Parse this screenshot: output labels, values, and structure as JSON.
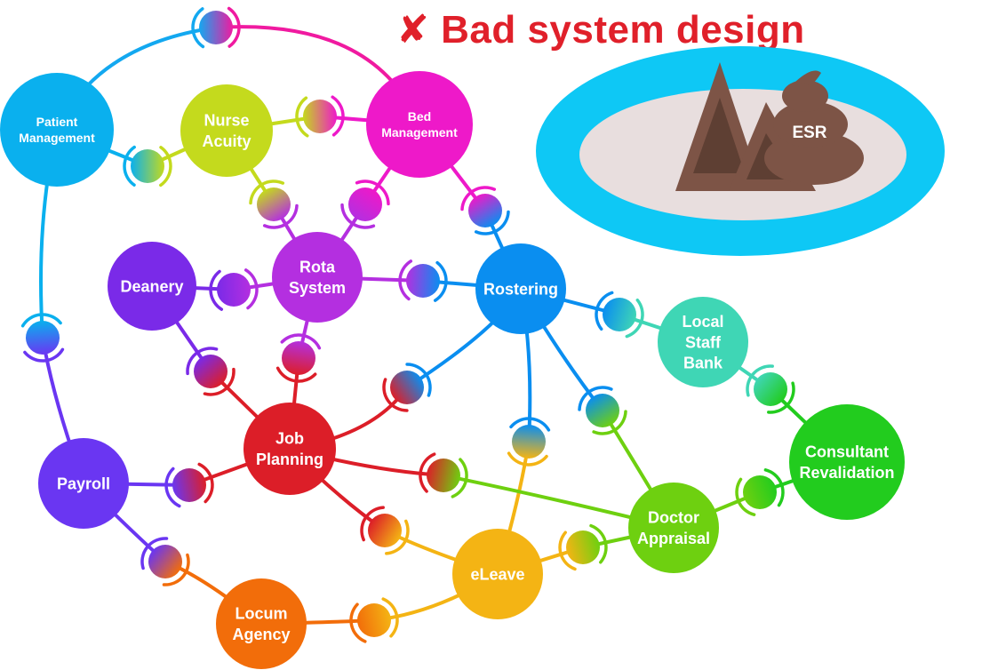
{
  "title": "✘ Bad system design",
  "colors": {
    "title": "#e0202a",
    "island_water": "#0ec8f5",
    "island_sand": "#e8dede",
    "mountain": "#7d5446",
    "mountain_dark": "#5e3f33"
  },
  "island": {
    "label": "ESR"
  },
  "nodes": [
    {
      "id": "patient",
      "label": "Patient\nManagement",
      "color": "#0ab0ee"
    },
    {
      "id": "nurse",
      "label": "Nurse\nAcuity",
      "color": "#c4da1d"
    },
    {
      "id": "bed",
      "label": "Bed\nManagement",
      "color": "#ee19c9"
    },
    {
      "id": "rota",
      "label": "Rota\nSystem",
      "color": "#b42fe0"
    },
    {
      "id": "deanery",
      "label": "Deanery",
      "color": "#7a2ae8"
    },
    {
      "id": "rostering",
      "label": "Rostering",
      "color": "#0a8ef0"
    },
    {
      "id": "localstaff",
      "label": "Local\nStaff\nBank",
      "color": "#3fd6b5"
    },
    {
      "id": "consultant",
      "label": "Consultant\nRevalidation",
      "color": "#22cc1e"
    },
    {
      "id": "jobplanning",
      "label": "Job\nPlanning",
      "color": "#dc1e28"
    },
    {
      "id": "payroll",
      "label": "Payroll",
      "color": "#6a36f2"
    },
    {
      "id": "doctor",
      "label": "Doctor\nAppraisal",
      "color": "#6ed010"
    },
    {
      "id": "eleave",
      "label": "eLeave",
      "color": "#f4b414"
    },
    {
      "id": "locum",
      "label": "Locum\nAgency",
      "color": "#f26d0a"
    }
  ],
  "connectors": [
    {
      "a": "patient",
      "b": "bed",
      "c1": "#13a8f0",
      "c2": "#f01aa0"
    },
    {
      "a": "nurse",
      "b": "bed",
      "c1": "#c4da1d",
      "c2": "#ee19c9"
    },
    {
      "a": "patient",
      "b": "nurse",
      "c1": "#0ab0ee",
      "c2": "#c4da1d"
    },
    {
      "a": "nurse",
      "b": "rota",
      "c1": "#c4da1d",
      "c2": "#b42fe0"
    },
    {
      "a": "bed",
      "b": "rota",
      "c1": "#ee19c9",
      "c2": "#b42fe0"
    },
    {
      "a": "bed",
      "b": "rostering",
      "c1": "#ee19c9",
      "c2": "#0a8ef0"
    },
    {
      "a": "deanery",
      "b": "rota",
      "c1": "#7a2ae8",
      "c2": "#b42fe0"
    },
    {
      "a": "rota",
      "b": "rostering",
      "c1": "#b42fe0",
      "c2": "#0a8ef0"
    },
    {
      "a": "rota",
      "b": "jobplanning",
      "c1": "#b42fe0",
      "c2": "#dc1e28"
    },
    {
      "a": "deanery",
      "b": "jobplanning",
      "c1": "#7a2ae8",
      "c2": "#dc1e28"
    },
    {
      "a": "rostering",
      "b": "localstaff",
      "c1": "#0a8ef0",
      "c2": "#3fd6b5"
    },
    {
      "a": "localstaff",
      "b": "consultant",
      "c1": "#3fd6b5",
      "c2": "#22cc1e"
    },
    {
      "a": "rostering",
      "b": "jobplanning",
      "c1": "#0a8ef0",
      "c2": "#dc1e28"
    },
    {
      "a": "rostering",
      "b": "eleave",
      "c1": "#0a8ef0",
      "c2": "#f4b414"
    },
    {
      "a": "rostering",
      "b": "doctor",
      "c1": "#0a8ef0",
      "c2": "#6ed010"
    },
    {
      "a": "patient",
      "b": "payroll",
      "c1": "#0ab0ee",
      "c2": "#6a36f2"
    },
    {
      "a": "payroll",
      "b": "jobplanning",
      "c1": "#6a36f2",
      "c2": "#dc1e28"
    },
    {
      "a": "jobplanning",
      "b": "doctor",
      "c1": "#dc1e28",
      "c2": "#6ed010"
    },
    {
      "a": "jobplanning",
      "b": "eleave",
      "c1": "#dc1e28",
      "c2": "#f4b414"
    },
    {
      "a": "doctor",
      "b": "consultant",
      "c1": "#6ed010",
      "c2": "#22cc1e"
    },
    {
      "a": "eleave",
      "b": "doctor",
      "c1": "#f4b414",
      "c2": "#6ed010"
    },
    {
      "a": "payroll",
      "b": "locum",
      "c1": "#6a36f2",
      "c2": "#f26d0a"
    },
    {
      "a": "locum",
      "b": "eleave",
      "c1": "#f26d0a",
      "c2": "#f4b414"
    }
  ]
}
